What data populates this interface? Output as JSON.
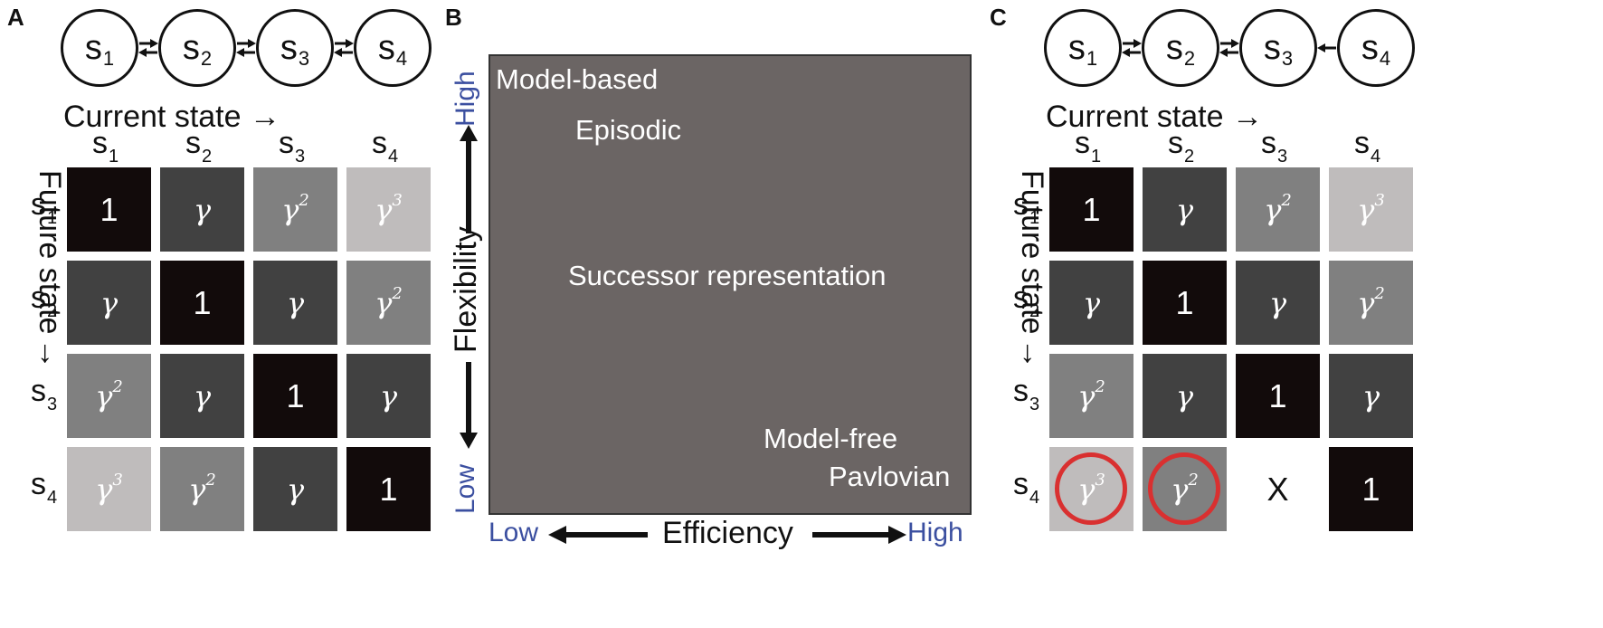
{
  "panels": {
    "A": {
      "letter": "A",
      "chain": {
        "nodes": [
          {
            "s": "s",
            "sub": "1"
          },
          {
            "s": "s",
            "sub": "2"
          },
          {
            "s": "s",
            "sub": "3"
          },
          {
            "s": "s",
            "sub": "4"
          }
        ],
        "links": [
          "bidirectional",
          "bidirectional",
          "bidirectional"
        ]
      },
      "col_axis_title": "Current state",
      "row_axis_title": "Future state",
      "matrix": [
        [
          {
            "v": "1",
            "greek": false,
            "shade": "#120b0b"
          },
          {
            "v": "γ",
            "greek": true,
            "shade": "#414141"
          },
          {
            "v": "γ",
            "p": "2",
            "greek": true,
            "shade": "#808080"
          },
          {
            "v": "γ",
            "p": "3",
            "greek": true,
            "shade": "#bfbcbc"
          }
        ],
        [
          {
            "v": "γ",
            "greek": true,
            "shade": "#414141"
          },
          {
            "v": "1",
            "greek": false,
            "shade": "#120b0b"
          },
          {
            "v": "γ",
            "greek": true,
            "shade": "#414141"
          },
          {
            "v": "γ",
            "p": "2",
            "greek": true,
            "shade": "#808080"
          }
        ],
        [
          {
            "v": "γ",
            "p": "2",
            "greek": true,
            "shade": "#808080"
          },
          {
            "v": "γ",
            "greek": true,
            "shade": "#414141"
          },
          {
            "v": "1",
            "greek": false,
            "shade": "#120b0b"
          },
          {
            "v": "γ",
            "greek": true,
            "shade": "#414141"
          }
        ],
        [
          {
            "v": "γ",
            "p": "3",
            "greek": true,
            "shade": "#bfbcbc"
          },
          {
            "v": "γ",
            "p": "2",
            "greek": true,
            "shade": "#808080"
          },
          {
            "v": "γ",
            "greek": true,
            "shade": "#414141"
          },
          {
            "v": "1",
            "greek": false,
            "shade": "#120b0b"
          }
        ]
      ]
    },
    "B": {
      "letter": "B",
      "y_axis_title": "Flexibility",
      "x_axis_title": "Efficiency",
      "y_high": "High",
      "y_low": "Low",
      "x_low": "Low",
      "x_high": "High",
      "labels": {
        "model_based": "Model-based",
        "episodic": "Episodic",
        "successor": "Successor representation",
        "model_free": "Model-free",
        "pavlovian": "Pavlovian"
      },
      "box_color": "#6b6564",
      "accent_blue": "#3b4fa0"
    },
    "C": {
      "letter": "C",
      "chain": {
        "nodes": [
          {
            "s": "s",
            "sub": "1"
          },
          {
            "s": "s",
            "sub": "2"
          },
          {
            "s": "s",
            "sub": "3"
          },
          {
            "s": "s",
            "sub": "4"
          }
        ],
        "links": [
          "bidirectional",
          "bidirectional",
          "one-way-left"
        ]
      },
      "col_axis_title": "Current state",
      "row_axis_title": "Future state",
      "matrix": [
        [
          {
            "v": "1",
            "greek": false,
            "shade": "#120b0b"
          },
          {
            "v": "γ",
            "greek": true,
            "shade": "#414141"
          },
          {
            "v": "γ",
            "p": "2",
            "greek": true,
            "shade": "#808080"
          },
          {
            "v": "γ",
            "p": "3",
            "greek": true,
            "shade": "#bfbcbc"
          }
        ],
        [
          {
            "v": "γ",
            "greek": true,
            "shade": "#414141"
          },
          {
            "v": "1",
            "greek": false,
            "shade": "#120b0b"
          },
          {
            "v": "γ",
            "greek": true,
            "shade": "#414141"
          },
          {
            "v": "γ",
            "p": "2",
            "greek": true,
            "shade": "#808080"
          }
        ],
        [
          {
            "v": "γ",
            "p": "2",
            "greek": true,
            "shade": "#808080"
          },
          {
            "v": "γ",
            "greek": true,
            "shade": "#414141"
          },
          {
            "v": "1",
            "greek": false,
            "shade": "#120b0b"
          },
          {
            "v": "γ",
            "greek": true,
            "shade": "#414141"
          }
        ],
        [
          {
            "v": "γ",
            "p": "3",
            "greek": true,
            "shade": "#bfbcbc",
            "ring": true
          },
          {
            "v": "γ",
            "p": "2",
            "greek": true,
            "shade": "#808080",
            "ring": true
          },
          {
            "v": "X",
            "greek": false,
            "shade": "#ffffff"
          },
          {
            "v": "1",
            "greek": false,
            "shade": "#120b0b"
          }
        ]
      ],
      "highlight_color": "#d93030"
    }
  },
  "state_symbol": "s",
  "state_indices": [
    "1",
    "2",
    "3",
    "4"
  ]
}
